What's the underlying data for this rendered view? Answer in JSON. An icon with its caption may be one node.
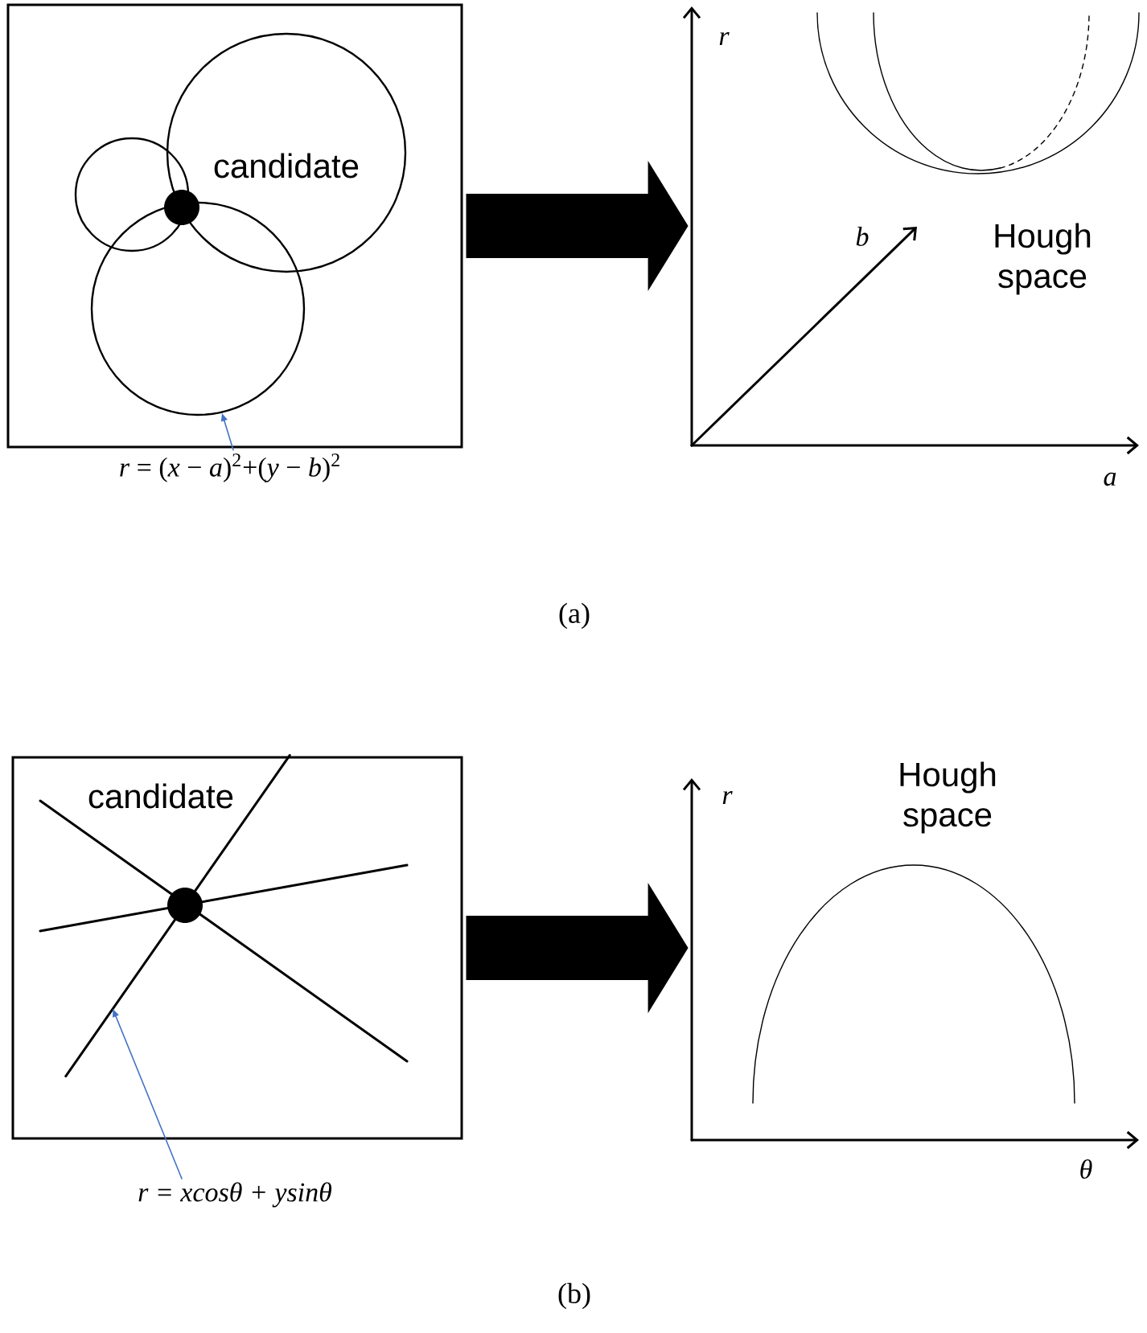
{
  "diagram": {
    "nodes": [
      {
        "text": [],
        "shape": "box"
      },
      {
        "text": [],
        "shape": "circle",
        "in": 0
      },
      {
        "text": [],
        "shape": "circle",
        "in": 0
      },
      {
        "text": [],
        "shape": "circle",
        "in": 0
      },
      {
        "text": [
          "*r* = (*x* − *a*)$^{2}$+(*y* − *b*)$^{2}$"
        ]
      },
      {
        "text": [],
        "shape": "picture"
      },
      {
        "text": [],
        "shape": "box"
      },
      {
        "text": [],
        "shape": "line",
        "in": 6
      },
      {
        "text": [
          "r = xcosθ + ysinθ"
        ]
      },
      {
        "text": [],
        "shape": "picture"
      }
    ],
    "edges": [
      {
        "from": 4,
        "to": 3,
        "arrow": "to",
        "color": "#4472c4"
      },
      {
        "from": 0,
        "to": 5,
        "arrow": "to",
        "style": "thick",
        "color": "#000000"
      },
      {
        "from": 8,
        "to": 7,
        "arrow": "to",
        "color": "#4472c4"
      },
      {
        "from": 6,
        "to": 9,
        "arrow": "to",
        "style": "thick",
        "color": "#000000"
      }
    ],
    "labels": [
      "candidate",
      "r",
      "b",
      "Hough space",
      "a",
      "(a)",
      "candidate",
      "r",
      "Hough space",
      "θ",
      "(b)"
    ]
  }
}
